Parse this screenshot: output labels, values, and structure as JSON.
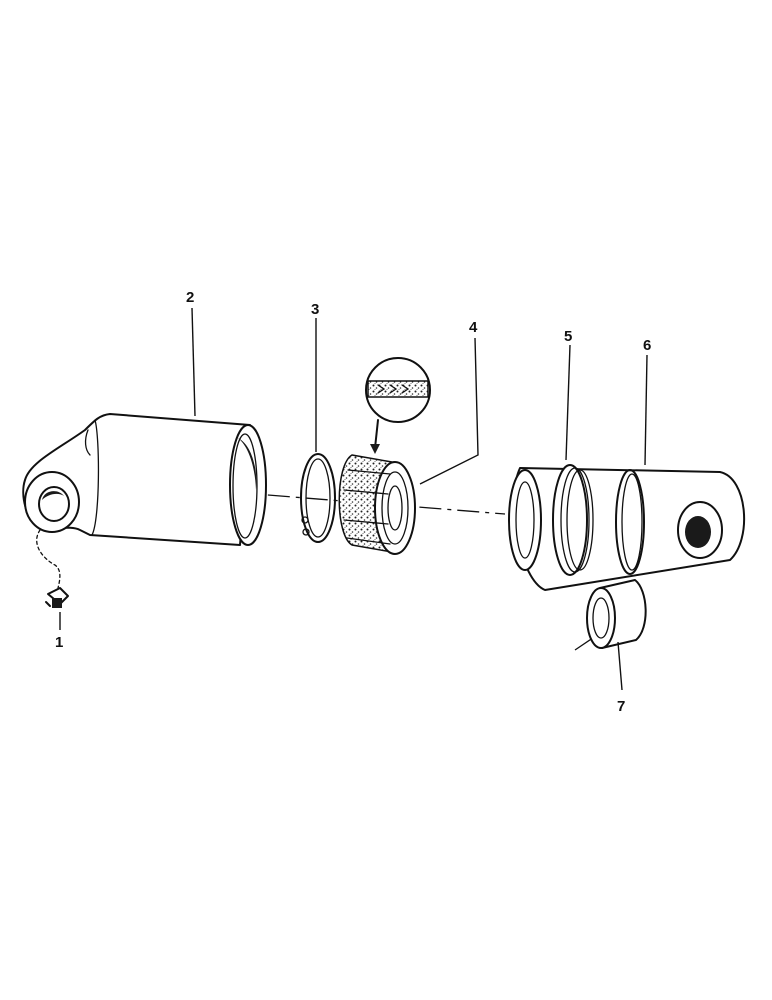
{
  "diagram": {
    "callouts": [
      {
        "id": "1",
        "label": "1"
      },
      {
        "id": "2",
        "label": "2"
      },
      {
        "id": "3",
        "label": "3"
      },
      {
        "id": "4",
        "label": "4"
      },
      {
        "id": "5",
        "label": "5"
      },
      {
        "id": "6",
        "label": "6"
      },
      {
        "id": "7",
        "label": "7"
      }
    ],
    "colors": {
      "ink": "#111111",
      "paper": "#ffffff"
    }
  }
}
